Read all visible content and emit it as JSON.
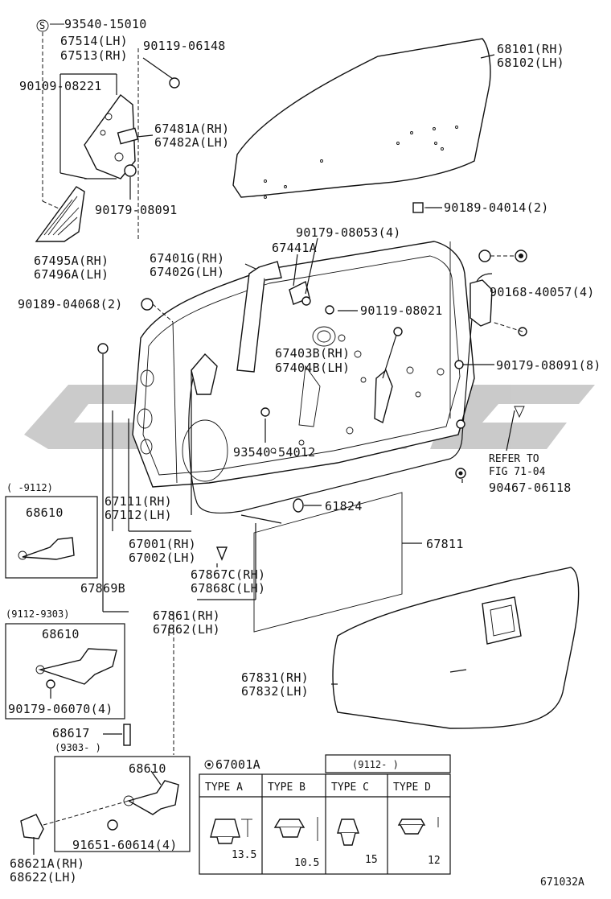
{
  "labels": {
    "l01": "93540-15010",
    "l02": "67514(LH)",
    "l03": "67513(RH)",
    "l04": "90119-06148",
    "l05": "90109-08221",
    "l06": "67481A(RH)",
    "l07": "67482A(LH)",
    "l08": "90179-08091",
    "l09": "67495A(RH)",
    "l10": "67496A(LH)",
    "l11": "68101(RH)",
    "l12": "68102(LH)",
    "l13": "90189-04014(2)",
    "l14": "90179-08053(4)",
    "l15": "67441A",
    "l16": "67401G(RH)",
    "l17": "67402G(LH)",
    "l18": "90189-04068(2)",
    "l19": "90119-08021",
    "l20": "90168-40057(4)",
    "l21": "67403B(RH)",
    "l22": "67404B(LH)",
    "l23": "90179-08091(8)",
    "l24": "93540-54012",
    "l25": "REFER TO",
    "l26": "FIG 71-04",
    "l27": "90467-06118",
    "l28": "61824",
    "l29": "67111(RH)",
    "l30": "67112(LH)",
    "l31": "67001(RH)",
    "l32": "67002(LH)",
    "l33": "67811",
    "l34": "67867C(RH)",
    "l35": "67868C(LH)",
    "l36": "67869B",
    "l37": "67861(RH)",
    "l38": "67862(LH)",
    "l39": "67831(RH)",
    "l40": "67832(LH)",
    "l41": "90179-06070(4)",
    "l42": "68617",
    "l43": "91651-60614(4)",
    "l44": "68621A(RH)",
    "l45": "68622(LH)",
    "l46": "671032A"
  },
  "insets": {
    "a_range": "(    -9112)",
    "a_part": "68610",
    "b_range": "(9112-9303)",
    "b_part": "68610",
    "c_range": "(9303-     )",
    "c_part": "68610"
  },
  "type_table": {
    "title": "67001A",
    "range": "(9112-     )",
    "headers": [
      "TYPE A",
      "TYPE B",
      "TYPE C",
      "TYPE D"
    ],
    "dims": [
      "13.5",
      "10.5",
      "15",
      "12"
    ]
  },
  "symbols": {
    "standard_mark": "S"
  }
}
